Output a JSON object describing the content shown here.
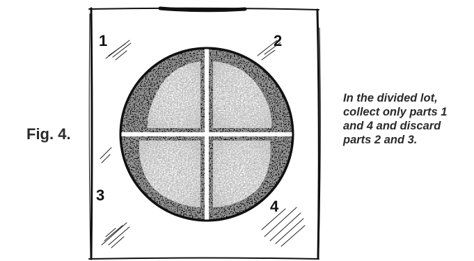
{
  "figure": {
    "label": "Fig. 4."
  },
  "caption": {
    "lines": [
      "In the divided lot,",
      "collect only parts 1",
      "and 4 and discard",
      "parts 2 and 3."
    ]
  },
  "parts": {
    "p1": "1",
    "p2": "2",
    "p3": "3",
    "p4": "4"
  },
  "colors": {
    "ink": "#111111",
    "text": "#2a2a2a",
    "background": "#ffffff"
  }
}
